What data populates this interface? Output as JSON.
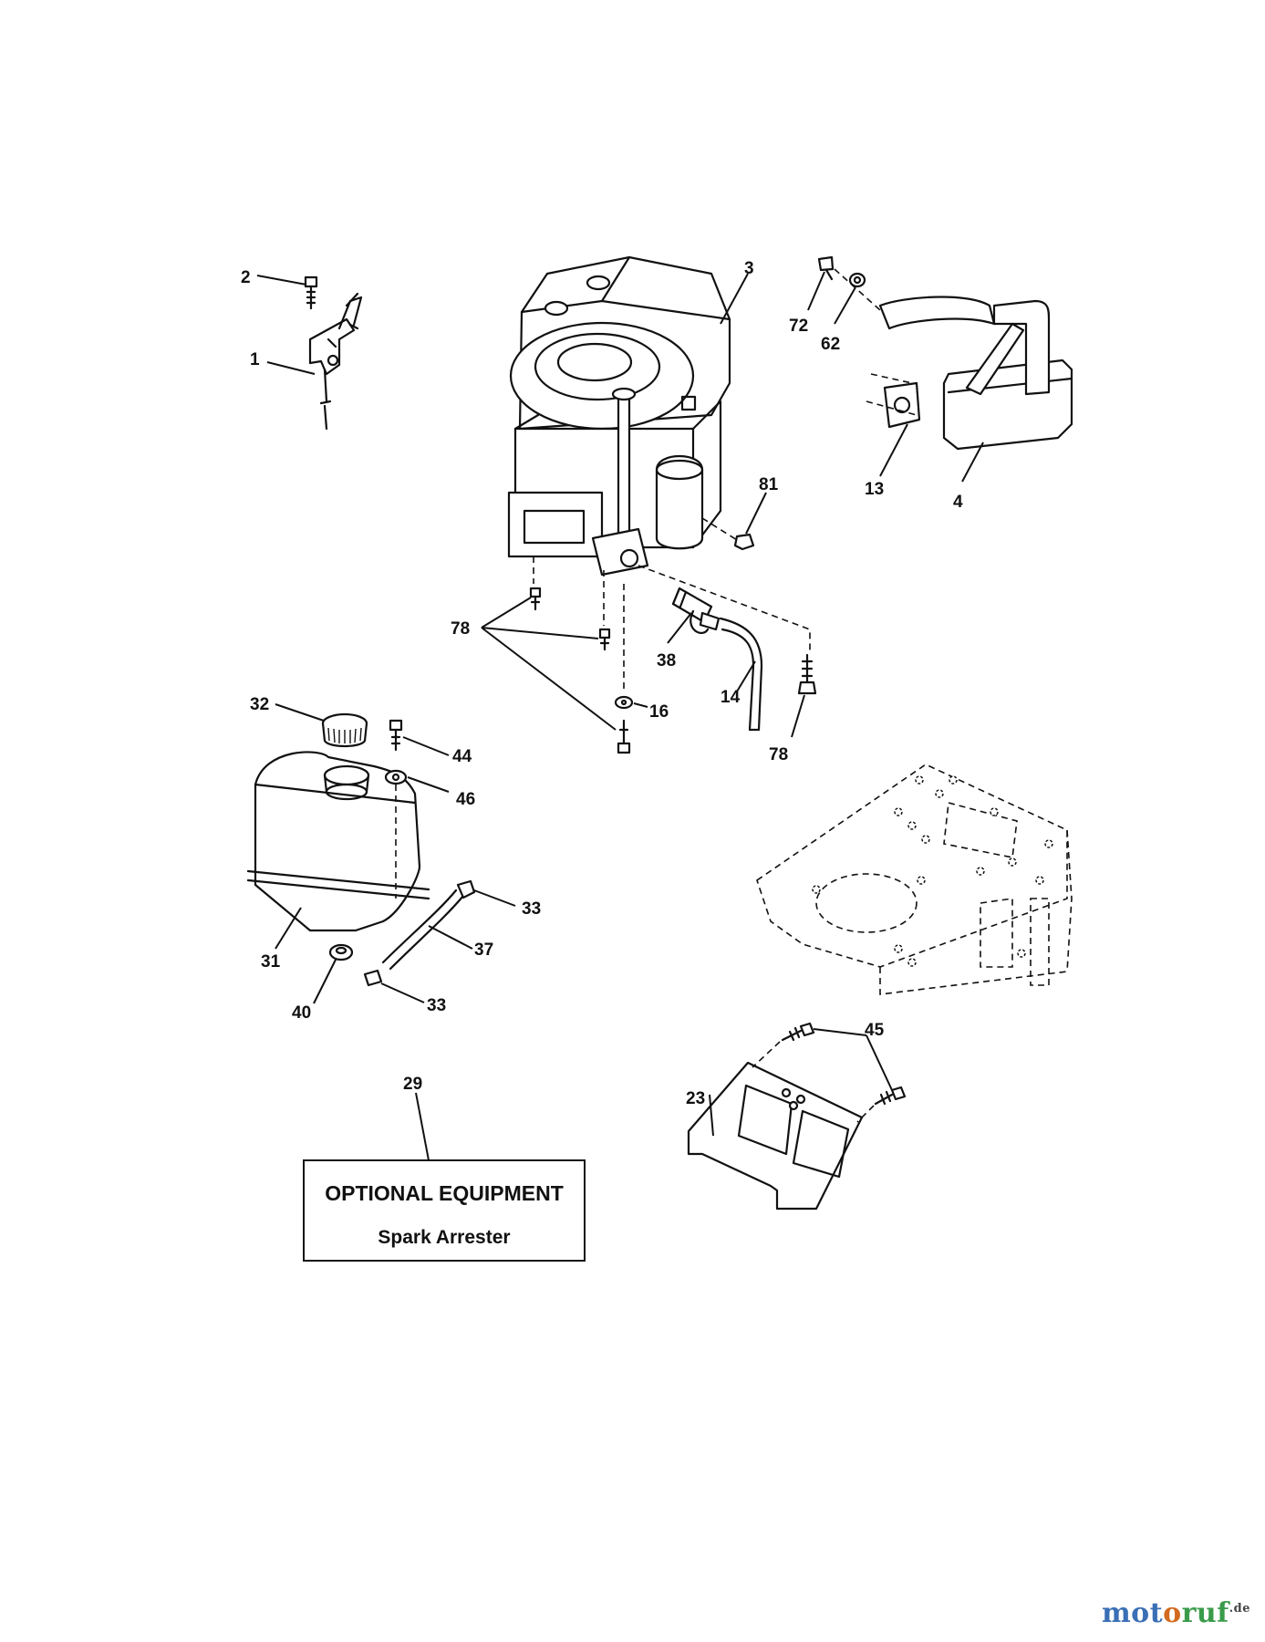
{
  "callouts": {
    "c1": "1",
    "c2": "2",
    "c3": "3",
    "c4": "4",
    "c13": "13",
    "c14": "14",
    "c16": "16",
    "c23": "23",
    "c29": "29",
    "c31": "31",
    "c32": "32",
    "c33a": "33",
    "c33b": "33",
    "c37": "37",
    "c38": "38",
    "c40": "40",
    "c44": "44",
    "c45": "45",
    "c46": "46",
    "c62": "62",
    "c72": "72",
    "c78a": "78",
    "c78b": "78",
    "c81": "81"
  },
  "note": {
    "title": "OPTIONAL EQUIPMENT",
    "subtitle": "Spark Arrester"
  },
  "watermark": {
    "part1": "mot",
    "part2": "o",
    "part3": "ruf",
    "suffix": ".de"
  }
}
